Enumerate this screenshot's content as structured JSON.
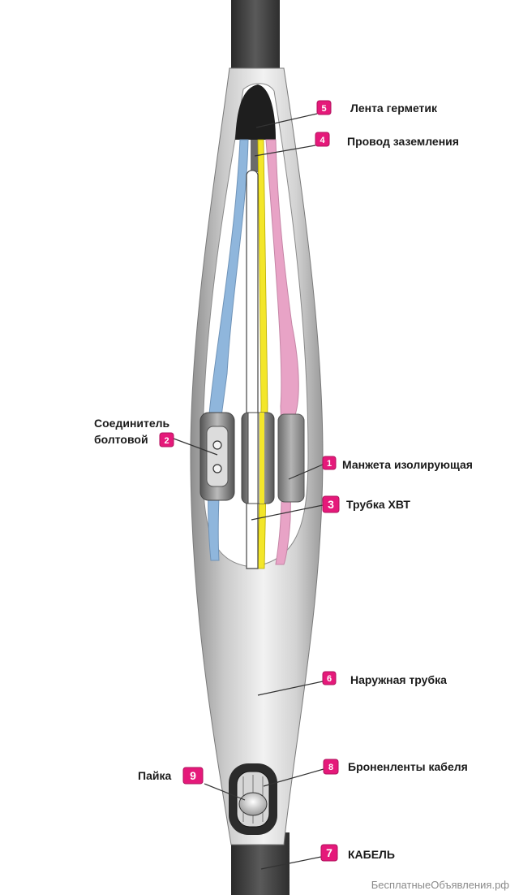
{
  "labels": {
    "l5": {
      "num": "5",
      "text": "Лента герметик"
    },
    "l4": {
      "num": "4",
      "text": "Провод заземления"
    },
    "l2": {
      "num": "2",
      "text1": "Соединитель",
      "text2": "болтовой"
    },
    "l1": {
      "num": "1",
      "text": "Манжета изолирующая"
    },
    "l3": {
      "num": "3",
      "text": "Трубка ХВТ"
    },
    "l6": {
      "num": "6",
      "text": "Наружная трубка"
    },
    "l9": {
      "num": "9",
      "text": "Пайка"
    },
    "l8": {
      "num": "8",
      "text": "Броненленты кабеля"
    },
    "l7": {
      "num": "7",
      "text": "КАБЕЛЬ"
    }
  },
  "watermark": "БесплатныеОбъявления.рф",
  "colors": {
    "badge": "#e5197a",
    "wire_blue": "#8fb6dc",
    "wire_yellow": "#f3e62a",
    "wire_pink": "#e8a3c6",
    "wire_white": "#ffffff",
    "cable": "#3d3d3d",
    "sleeve": "#c7c7c7"
  }
}
